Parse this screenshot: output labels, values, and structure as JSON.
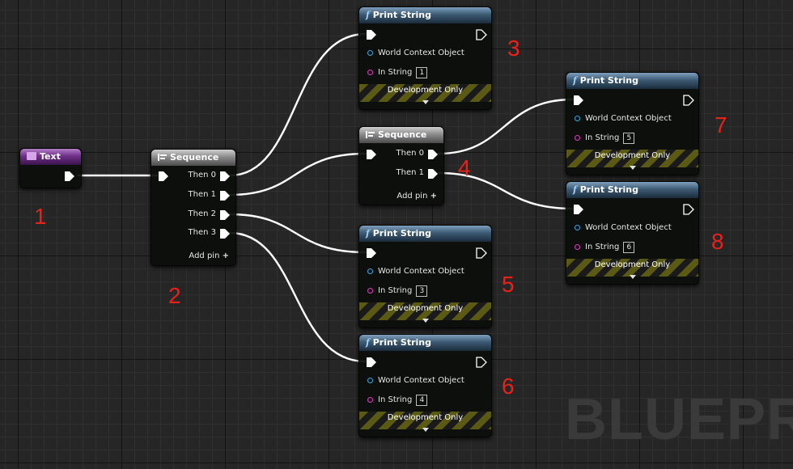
{
  "text_node": {
    "title": "Text"
  },
  "seq_main": {
    "title": "Sequence",
    "outputs": [
      "Then 0",
      "Then 1",
      "Then 2",
      "Then 3"
    ],
    "add_pin": "Add pin"
  },
  "seq_sub": {
    "title": "Sequence",
    "outputs": [
      "Then 0",
      "Then 1"
    ],
    "add_pin": "Add pin"
  },
  "print_nodes": [
    {
      "title": "Print String",
      "context_label": "World Context Object",
      "string_label": "In String",
      "value": "1",
      "footer": "Development Only"
    },
    {
      "title": "Print String",
      "context_label": "World Context Object",
      "string_label": "In String",
      "value": "3",
      "footer": "Development Only"
    },
    {
      "title": "Print String",
      "context_label": "World Context Object",
      "string_label": "In String",
      "value": "4",
      "footer": "Development Only"
    },
    {
      "title": "Print String",
      "context_label": "World Context Object",
      "string_label": "In String",
      "value": "5",
      "footer": "Development Only"
    },
    {
      "title": "Print String",
      "context_label": "World Context Object",
      "string_label": "In String",
      "value": "6",
      "footer": "Development Only"
    }
  ],
  "annotations": [
    "1",
    "2",
    "3",
    "4",
    "5",
    "6",
    "7",
    "8"
  ],
  "watermark": "BLUEPRI",
  "colors": {
    "wire": "#ffffff",
    "function_header": "#3d5a74",
    "sequence_header": "#8c8c8c",
    "variable_header": "#6f2f8a",
    "annotation": "#e8221a",
    "object_pin": "#33a8e8",
    "string_pin": "#e638c8"
  }
}
